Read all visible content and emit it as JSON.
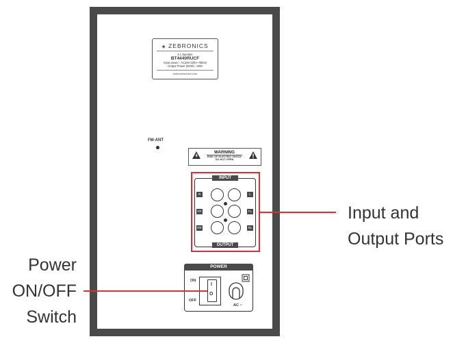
{
  "label_plate": {
    "brand": "ZEBRONICS",
    "type": "4.1 Speaker",
    "model": "BT4440RUCF",
    "input_power": "Input power : AC220-230V~/50HZ",
    "output_power": "Output Power (RMS) : 50W",
    "website": "www.zebronics.com"
  },
  "fm_ant_label": "FM-ANT",
  "warning": {
    "title": "WARNING",
    "line1": "RISK OF ELECTRIC SHOCK",
    "line2": "DO NOT OPEN"
  },
  "io_panel": {
    "input_label": "INPUT",
    "output_label": "OUTPUT",
    "left_channels": [
      "R",
      "FR",
      "RR"
    ],
    "right_channels": [
      "L",
      "FL",
      "RL"
    ]
  },
  "power_panel": {
    "title": "POWER",
    "on_label": "ON",
    "off_label": "OFF",
    "switch_on_mark": "I",
    "switch_off_mark": "O",
    "ac_label": "AC ~"
  },
  "callouts": {
    "io_ports": [
      "Input and",
      "Output Ports"
    ],
    "power_switch": [
      "Power",
      "ON/OFF",
      "Switch"
    ]
  },
  "colors": {
    "highlight": "#d9303a",
    "panel_frame": "#4a4a4a"
  }
}
